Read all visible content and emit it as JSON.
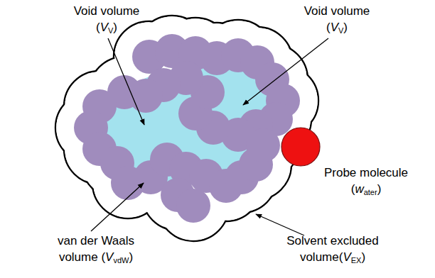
{
  "diagram": {
    "labels": [
      "Void volume (VV)",
      "Void volume (VV)",
      "Probe molecule (water)",
      "van der Waals volume (VvdW)",
      "Solvent excluded volume(VEX)"
    ]
  }
}
